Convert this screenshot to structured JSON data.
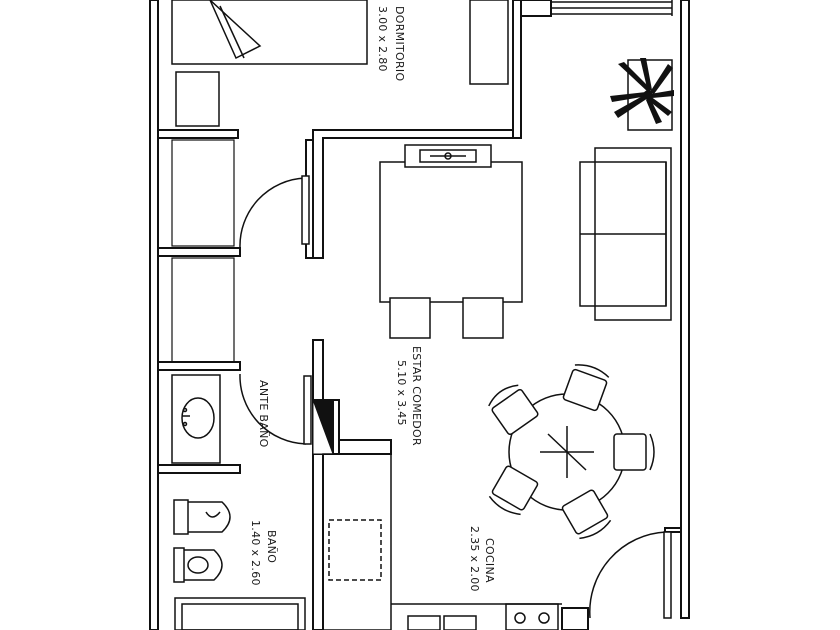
{
  "rooms": {
    "dormitorio": {
      "name": "DORMITORIO",
      "dims": "3.00 x 2.80"
    },
    "estar_comedor": {
      "name": "ESTAR COMEDOR",
      "dims": "5.10 x 3.45"
    },
    "cocina": {
      "name": "COCINA",
      "dims": "2.35 x 2.00"
    },
    "ante_bano": {
      "name": "ANTE BAÑO"
    },
    "bano": {
      "name": "BAÑO",
      "dims": "1.40 x 2.60"
    }
  },
  "colors": {
    "wall": "#111111",
    "line": "#222222",
    "background": "#ffffff"
  }
}
